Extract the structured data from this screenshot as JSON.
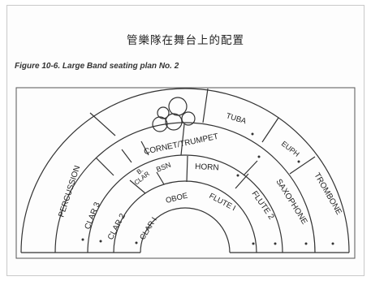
{
  "page": {
    "title": "管樂隊在舞台上的配置",
    "caption": "Figure 10-6. Large Band seating plan No. 2"
  },
  "sections": {
    "percussion": "PERCUSSION",
    "tuba": "TUBA",
    "euph": "EUPH",
    "cornet_trumpet": "CORNET/TRUMPET",
    "trombone": "TROMBONE",
    "clar3": "CLAR 3",
    "bclar_line1": "B.",
    "bclar_line2": "CLAR",
    "bsn": "BSN",
    "horn": "HORN",
    "saxophone": "SAXOPHONE",
    "clar2": "CLAR 2",
    "flute2": "FLUTE 2",
    "clar1": "CLAR I",
    "oboe": "OBOE",
    "flute1": "FLUTE I"
  },
  "colors": {
    "line": "#333333",
    "text": "#222222"
  }
}
